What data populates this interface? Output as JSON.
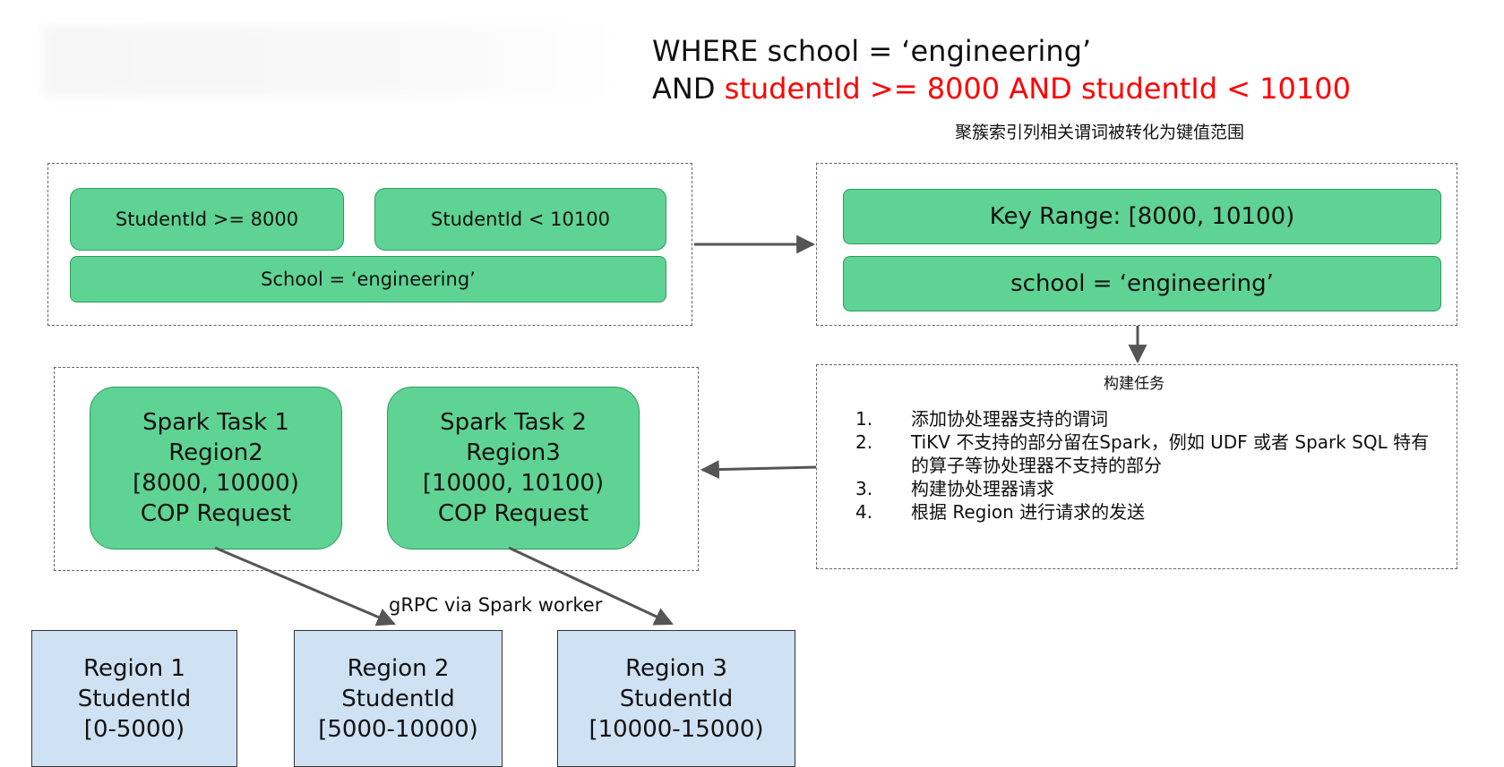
{
  "query": {
    "line1": "WHERE school = ‘engineering’",
    "line2_prefix": "AND ",
    "line2_highlight": "studentId >= 8000 AND studentId < 10100"
  },
  "captions": {
    "predicate_conversion": "聚簇索引列相关谓词被转化为键值范围",
    "build_task": "构建任务",
    "grpc": "gRPC via Spark worker"
  },
  "predicates": {
    "p1": "StudentId >= 8000",
    "p2": "StudentId < 10100",
    "p3": "School = ‘engineering’"
  },
  "ranges": {
    "key_range": "Key Range: [8000, 10100)",
    "school": "school = ‘engineering’"
  },
  "tasks": [
    {
      "title": "Spark Task 1",
      "region": "Region2",
      "range": "[8000, 10000)",
      "request": "COP Request"
    },
    {
      "title": "Spark Task 2",
      "region": "Region3",
      "range": "[10000, 10100)",
      "request": "COP Request"
    }
  ],
  "steps": [
    {
      "num": "1.",
      "text": "添加协处理器支持的谓词"
    },
    {
      "num": "2.",
      "text": "TiKV 不支持的部分留在Spark，例如 UDF 或者 Spark SQL 特有的算子等协处理器不支持的部分"
    },
    {
      "num": "3.",
      "text": "构建协处理器请求"
    },
    {
      "num": "4.",
      "text": "根据 Region 进行请求的发送"
    }
  ],
  "regions": [
    {
      "name": "Region 1",
      "key": "StudentId",
      "range": "[0-5000)"
    },
    {
      "name": "Region 2",
      "key": "StudentId",
      "range": "[5000-10000)"
    },
    {
      "name": "Region 3",
      "key": "StudentId",
      "range": "[10000-15000)"
    }
  ],
  "colors": {
    "box_green": "#5fd393",
    "box_blue": "#cfe2f3",
    "highlight_red": "#ff0000",
    "arrow_gray": "#555555"
  }
}
